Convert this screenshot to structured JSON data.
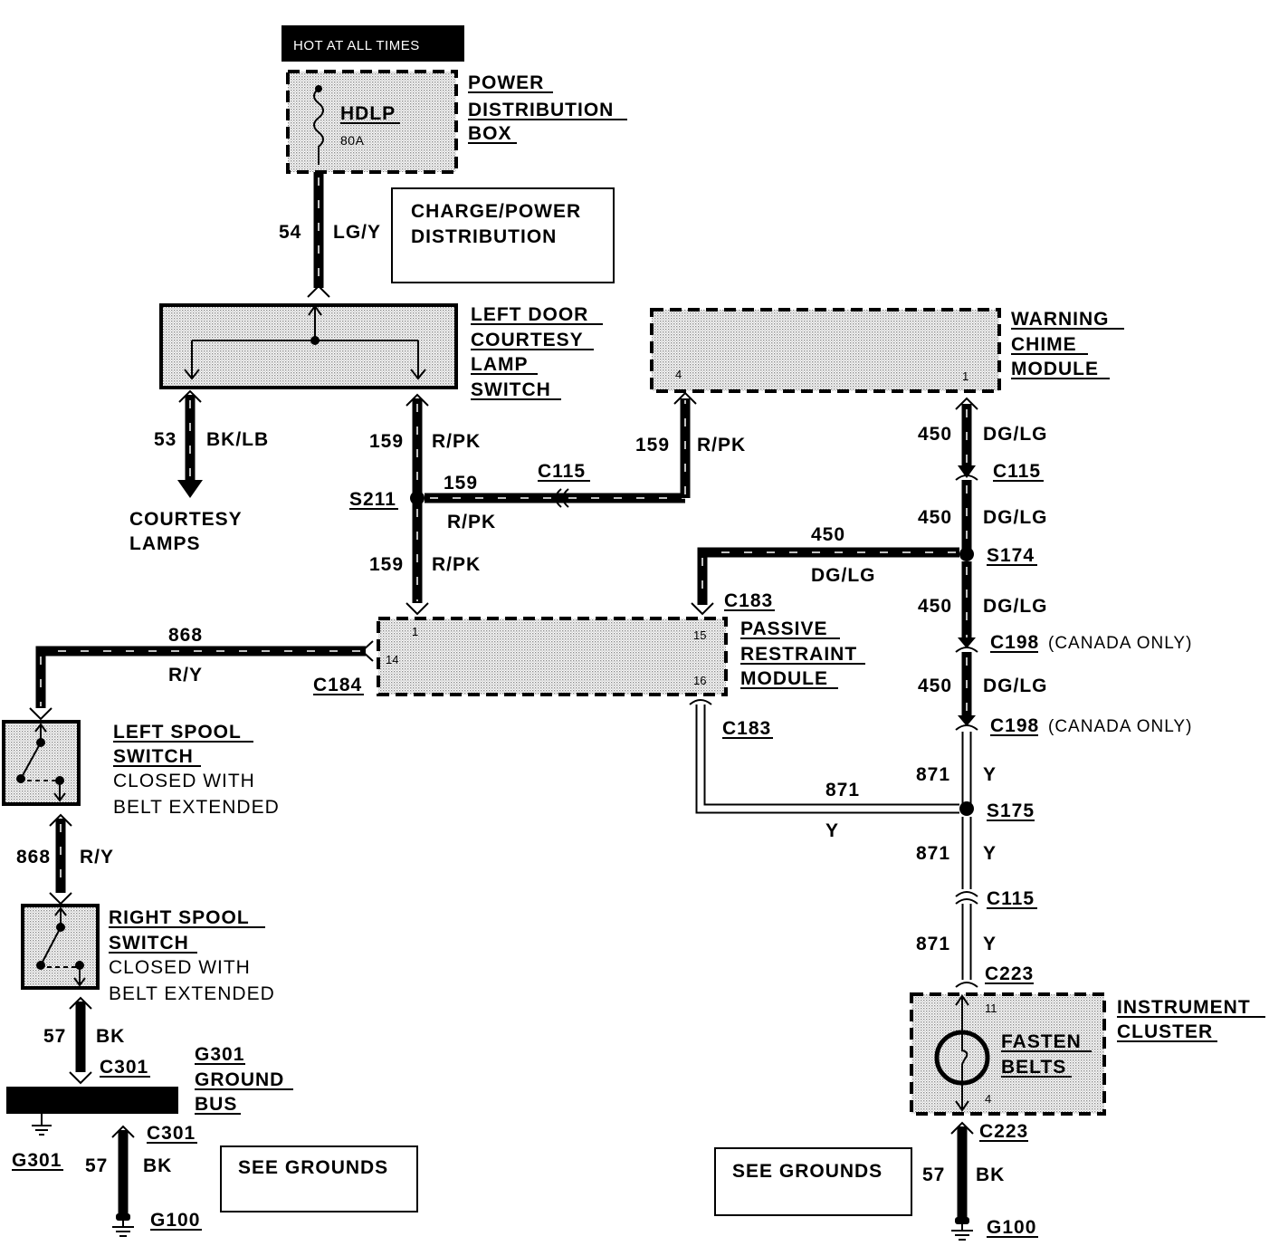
{
  "diagram": {
    "hot_label": "HOT AT ALL TIMES",
    "power_dist_box": {
      "name_lines": [
        "POWER",
        "DISTRIBUTION",
        "BOX"
      ],
      "fuse_name": "HDLP",
      "fuse_rating": "80A"
    },
    "ref_charge": [
      "CHARGE/POWER",
      "DISTRIBUTION"
    ],
    "left_door_switch": [
      "LEFT DOOR",
      "COURTESY",
      "LAMP",
      "SWITCH"
    ],
    "warning_chime": {
      "name_lines": [
        "WARNING",
        "CHIME",
        "MODULE"
      ],
      "pin_a": "4",
      "pin_b": "1"
    },
    "courtesy_lamps": [
      "COURTESY",
      "LAMPS"
    ],
    "passive_restraint": {
      "name_lines": [
        "PASSIVE",
        "RESTRAINT",
        "MODULE"
      ],
      "pins": [
        "1",
        "14",
        "15",
        "16"
      ]
    },
    "left_spool": [
      "LEFT SPOOL",
      "SWITCH",
      "CLOSED WITH",
      "BELT EXTENDED"
    ],
    "right_spool": [
      "RIGHT SPOOL",
      "SWITCH",
      "CLOSED WITH",
      "BELT EXTENDED"
    ],
    "ground_bus": [
      "G301",
      "GROUND",
      "BUS"
    ],
    "instrument_cluster": {
      "name_lines": [
        "INSTRUMENT",
        "CLUSTER"
      ],
      "lamp_lines": [
        "FASTEN",
        "BELTS"
      ],
      "pin_top": "11",
      "pin_bottom": "4"
    },
    "see_grounds_left": "SEE GROUNDS",
    "see_grounds_right": "SEE GROUNDS",
    "circuits": {
      "c54": "54",
      "c54_color": "LG/Y",
      "c53": "53",
      "c53_color": "BK/LB",
      "c159_a": "159",
      "c159_a_color": "R/PK",
      "c159_b": "159",
      "c159_b_color": "R/PK",
      "c159_c": "159",
      "c159_c_color": "R/PK",
      "c159_d": "159",
      "c159_d_color": "R/PK",
      "c450_a": "450",
      "c450_a_color": "DG/LG",
      "c450_b": "450",
      "c450_b_color": "DG/LG",
      "c450_c": "450",
      "c450_c_color": "DG/LG",
      "c450_d": "450",
      "c450_d_color": "DG/LG",
      "c450_e": "450",
      "c450_e_color": "DG/LG",
      "c868_a": "868",
      "c868_a_color": "R/Y",
      "c868_b": "868",
      "c868_b_color": "R/Y",
      "c871_a": "871",
      "c871_a_color": "Y",
      "c871_b": "871",
      "c871_b_color": "Y",
      "c871_c": "871",
      "c871_c_color": "Y",
      "c871_d": "871",
      "c871_d_color": "Y",
      "c57_a": "57",
      "c57_a_color": "BK",
      "c57_b": "57",
      "c57_b_color": "BK",
      "c57_c": "57",
      "c57_c_color": "BK"
    },
    "connectors": {
      "s211": "S211",
      "c115_a": "C115",
      "c115_b": "C115",
      "c115_c": "C115",
      "s174": "S174",
      "c183_a": "C183",
      "c183_b": "C183",
      "c198_a": "C198",
      "c198_b": "C198",
      "canada_only": "(CANADA ONLY)",
      "c184": "C184",
      "s175": "S175",
      "c223_a": "C223",
      "c223_b": "C223",
      "c301_a": "C301",
      "c301_b": "C301",
      "g301": "G301",
      "g100_a": "G100",
      "g100_b": "G100"
    }
  }
}
